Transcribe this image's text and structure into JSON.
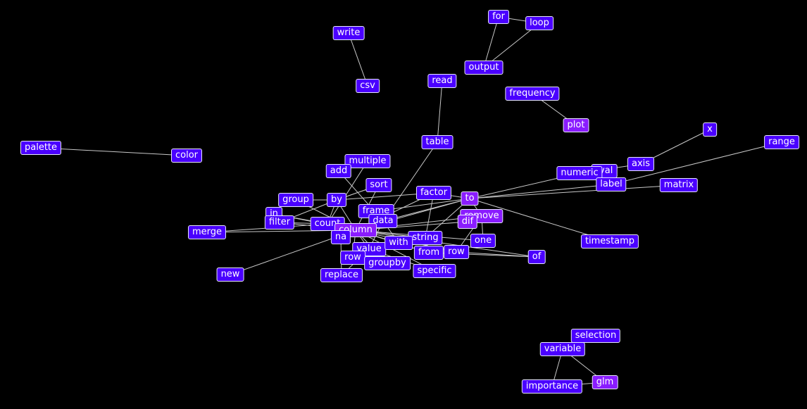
{
  "colors": {
    "background": "#000000",
    "node_blue": "#4a00ff",
    "node_purple": "#8a1cff",
    "edge": "#c8c8c8",
    "node_border": "#e8e8ff"
  },
  "nodes": [
    {
      "id": "write",
      "label": "write",
      "tone": "blue"
    },
    {
      "id": "csv",
      "label": "csv",
      "tone": "blue"
    },
    {
      "id": "for",
      "label": "for",
      "tone": "blue"
    },
    {
      "id": "loop",
      "label": "loop",
      "tone": "blue"
    },
    {
      "id": "output",
      "label": "output",
      "tone": "blue"
    },
    {
      "id": "read",
      "label": "read",
      "tone": "blue"
    },
    {
      "id": "frequency",
      "label": "frequency",
      "tone": "blue"
    },
    {
      "id": "plot",
      "label": "plot",
      "tone": "purple"
    },
    {
      "id": "palette",
      "label": "palette",
      "tone": "blue"
    },
    {
      "id": "color",
      "label": "color",
      "tone": "blue"
    },
    {
      "id": "table",
      "label": "table",
      "tone": "blue"
    },
    {
      "id": "x",
      "label": "x",
      "tone": "blue"
    },
    {
      "id": "range",
      "label": "range",
      "tone": "blue"
    },
    {
      "id": "axis",
      "label": "axis",
      "tone": "blue"
    },
    {
      "id": "interval",
      "label": "rval",
      "tone": "blue"
    },
    {
      "id": "numeric",
      "label": "numeric",
      "tone": "blue"
    },
    {
      "id": "label",
      "label": "label",
      "tone": "blue"
    },
    {
      "id": "matrix",
      "label": "matrix",
      "tone": "blue"
    },
    {
      "id": "multiple",
      "label": "multiple",
      "tone": "blue"
    },
    {
      "id": "add",
      "label": "add",
      "tone": "blue"
    },
    {
      "id": "sort",
      "label": "sort",
      "tone": "blue"
    },
    {
      "id": "factor",
      "label": "factor",
      "tone": "blue"
    },
    {
      "id": "to",
      "label": "to",
      "tone": "purple"
    },
    {
      "id": "group",
      "label": "group",
      "tone": "blue"
    },
    {
      "id": "by",
      "label": "by",
      "tone": "blue"
    },
    {
      "id": "frame",
      "label": "frame",
      "tone": "blue"
    },
    {
      "id": "data",
      "label": "data",
      "tone": "blue"
    },
    {
      "id": "remove",
      "label": "remove",
      "tone": "purple"
    },
    {
      "id": "dif",
      "label": "dif",
      "tone": "purple"
    },
    {
      "id": "in",
      "label": "in",
      "tone": "blue"
    },
    {
      "id": "filter",
      "label": "filter",
      "tone": "blue"
    },
    {
      "id": "count",
      "label": "count",
      "tone": "blue"
    },
    {
      "id": "column",
      "label": "column",
      "tone": "purple"
    },
    {
      "id": "merge",
      "label": "merge",
      "tone": "blue"
    },
    {
      "id": "na",
      "label": "na",
      "tone": "blue"
    },
    {
      "id": "string",
      "label": "string",
      "tone": "blue"
    },
    {
      "id": "timestamp",
      "label": "timestamp",
      "tone": "blue"
    },
    {
      "id": "value",
      "label": "value",
      "tone": "blue"
    },
    {
      "id": "with",
      "label": "with",
      "tone": "blue"
    },
    {
      "id": "one",
      "label": "one",
      "tone": "blue"
    },
    {
      "id": "from",
      "label": "from",
      "tone": "blue"
    },
    {
      "id": "row2",
      "label": "row",
      "tone": "blue"
    },
    {
      "id": "row1",
      "label": "row",
      "tone": "blue"
    },
    {
      "id": "of",
      "label": "of",
      "tone": "blue"
    },
    {
      "id": "groupby",
      "label": "groupby",
      "tone": "blue"
    },
    {
      "id": "new",
      "label": "new",
      "tone": "blue"
    },
    {
      "id": "replace",
      "label": "replace",
      "tone": "blue"
    },
    {
      "id": "specific",
      "label": "specific",
      "tone": "blue"
    },
    {
      "id": "selection",
      "label": "selection",
      "tone": "blue"
    },
    {
      "id": "variable",
      "label": "variable",
      "tone": "blue"
    },
    {
      "id": "importance",
      "label": "importance",
      "tone": "blue"
    },
    {
      "id": "glm",
      "label": "glm",
      "tone": "purple"
    }
  ],
  "edges": [
    [
      "write",
      "csv"
    ],
    [
      "for",
      "loop"
    ],
    [
      "for",
      "output"
    ],
    [
      "loop",
      "output"
    ],
    [
      "read",
      "table"
    ],
    [
      "frequency",
      "plot"
    ],
    [
      "palette",
      "color"
    ],
    [
      "x",
      "axis"
    ],
    [
      "range",
      "label"
    ],
    [
      "axis",
      "numeric"
    ],
    [
      "interval",
      "label"
    ],
    [
      "numeric",
      "to"
    ],
    [
      "label",
      "to"
    ],
    [
      "matrix",
      "to"
    ],
    [
      "table",
      "data"
    ],
    [
      "multiple",
      "count"
    ],
    [
      "add",
      "data"
    ],
    [
      "sort",
      "by"
    ],
    [
      "sort",
      "column"
    ],
    [
      "factor",
      "to"
    ],
    [
      "factor",
      "column"
    ],
    [
      "factor",
      "string"
    ],
    [
      "to",
      "column"
    ],
    [
      "to",
      "data"
    ],
    [
      "to",
      "frame"
    ],
    [
      "to",
      "timestamp"
    ],
    [
      "to",
      "string"
    ],
    [
      "to",
      "remove"
    ],
    [
      "group",
      "by"
    ],
    [
      "by",
      "count"
    ],
    [
      "by",
      "column"
    ],
    [
      "by",
      "filter"
    ],
    [
      "by",
      "factor"
    ],
    [
      "by",
      "sort"
    ],
    [
      "frame",
      "data"
    ],
    [
      "data",
      "column"
    ],
    [
      "data",
      "value"
    ],
    [
      "data",
      "with"
    ],
    [
      "remove",
      "column"
    ],
    [
      "remove",
      "row1"
    ],
    [
      "remove",
      "one"
    ],
    [
      "dif",
      "column"
    ],
    [
      "in",
      "column"
    ],
    [
      "in",
      "count"
    ],
    [
      "filter",
      "count"
    ],
    [
      "filter",
      "column"
    ],
    [
      "count",
      "column"
    ],
    [
      "merge",
      "column"
    ],
    [
      "merge",
      "count"
    ],
    [
      "na",
      "column"
    ],
    [
      "na",
      "replace"
    ],
    [
      "string",
      "column"
    ],
    [
      "string",
      "from"
    ],
    [
      "value",
      "column"
    ],
    [
      "value",
      "specific"
    ],
    [
      "with",
      "column"
    ],
    [
      "one",
      "column"
    ],
    [
      "from",
      "column"
    ],
    [
      "row1",
      "column"
    ],
    [
      "row1",
      "of"
    ],
    [
      "of",
      "from"
    ],
    [
      "of",
      "column"
    ],
    [
      "row2",
      "column"
    ],
    [
      "groupby",
      "column"
    ],
    [
      "new",
      "column"
    ],
    [
      "replace",
      "value"
    ],
    [
      "specific",
      "column"
    ],
    [
      "multiple",
      "add"
    ],
    [
      "group",
      "column"
    ],
    [
      "variable",
      "selection"
    ],
    [
      "variable",
      "importance"
    ],
    [
      "variable",
      "glm"
    ],
    [
      "importance",
      "glm"
    ]
  ]
}
